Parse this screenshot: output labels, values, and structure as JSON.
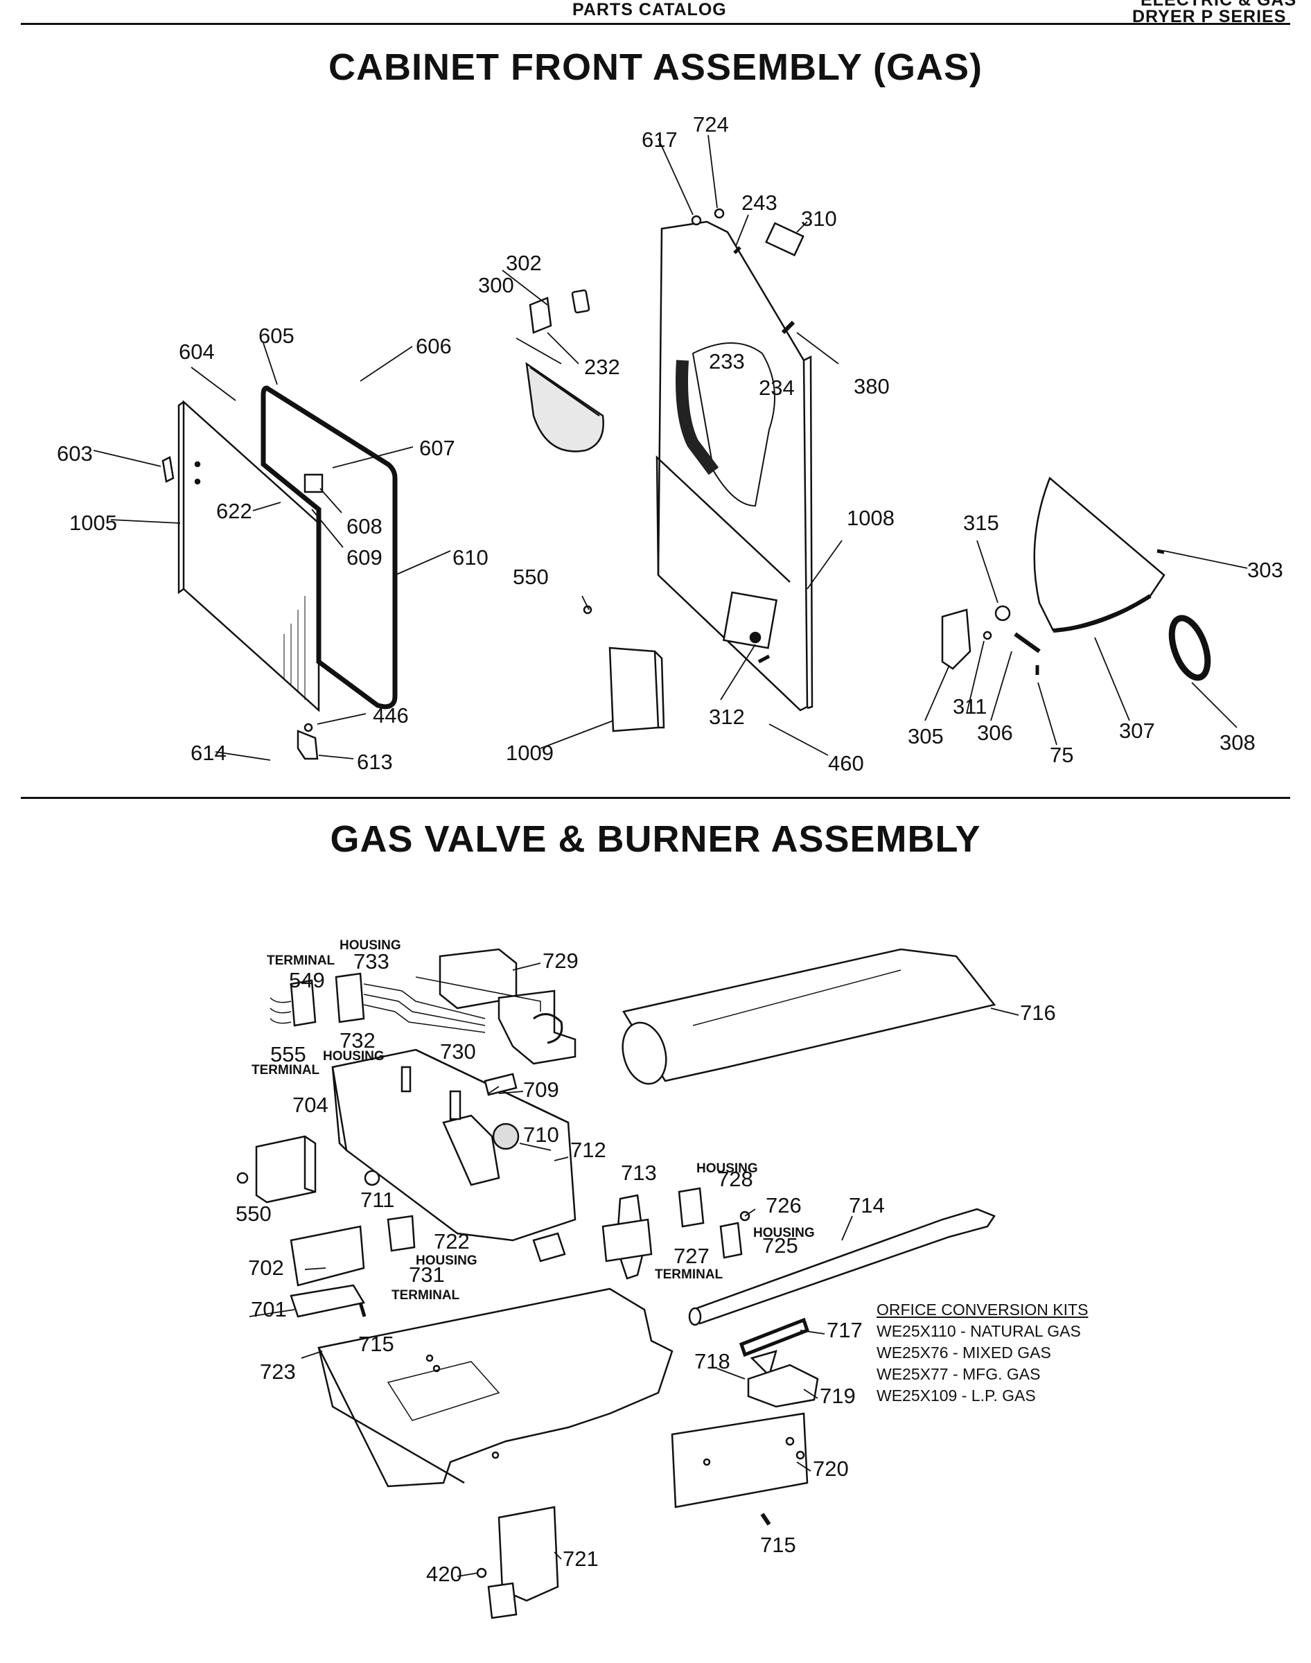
{
  "header": {
    "center": "PARTS CATALOG",
    "right_top": "ELECTRIC & GAS",
    "right_bottom": "DRYER P SERIES"
  },
  "sections": {
    "cabinet_title": "CABINET FRONT ASSEMBLY (GAS)",
    "gas_title": "GAS VALVE & BURNER ASSEMBLY"
  },
  "callouts": {
    "617": "617",
    "724": "724",
    "243": "243",
    "310": "310",
    "302": "302",
    "300": "300",
    "232": "232",
    "380": "380",
    "233": "233",
    "234": "234",
    "604": "604",
    "605": "605",
    "606": "606",
    "607": "607",
    "603": "603",
    "622": "622",
    "608": "608",
    "609": "609",
    "1005": "1005",
    "610": "610",
    "550a": "550",
    "1008": "1008",
    "315": "315",
    "303": "303",
    "312": "312",
    "1009": "1009",
    "460": "460",
    "446": "446",
    "614": "614",
    "613": "613",
    "305": "305",
    "311": "311",
    "306": "306",
    "75": "75",
    "307": "307",
    "308": "308",
    "729": "729",
    "716": "716",
    "733": "733",
    "549": "549",
    "732": "732",
    "555": "555",
    "730": "730",
    "709": "709",
    "704": "704",
    "710": "710",
    "712": "712",
    "550b": "550",
    "711": "711",
    "713": "713",
    "728": "728",
    "726": "726",
    "714": "714",
    "725": "725",
    "722": "722",
    "727": "727",
    "702": "702",
    "731": "731",
    "701": "701",
    "715a": "715",
    "717": "717",
    "723": "723",
    "718": "718",
    "719": "719",
    "720": "720",
    "715b": "715",
    "721": "721",
    "420": "420"
  },
  "wire_labels": {
    "housing_733": "HOUSING",
    "terminal_549": "TERMINAL",
    "housing_732": "HOUSING",
    "terminal_555": "TERMINAL",
    "housing_728": "HOUSING",
    "housing_725": "HOUSING",
    "terminal_727": "TERMINAL",
    "housing_722": "HOUSING",
    "terminal_731": "TERMINAL"
  },
  "conversion_kits": {
    "title": "ORFICE CONVERSION KITS",
    "items": [
      "WE25X110 - NATURAL GAS",
      "WE25X76 - MIXED GAS",
      "WE25X77 - MFG. GAS",
      "WE25X109 - L.P. GAS"
    ]
  }
}
